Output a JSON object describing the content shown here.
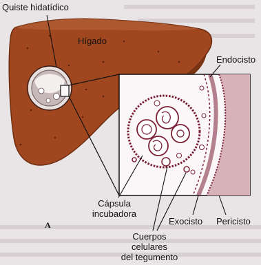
{
  "figure": {
    "panel_letter": "A",
    "labels": {
      "cyst": "Quiste hidatídico",
      "liver": "Hígado",
      "endocyst": "Endocisto",
      "brood_capsule_line1": "Cápsula",
      "brood_capsule_line2": "incubadora",
      "exocyst": "Exocisto",
      "pericyst": "Pericisto",
      "tegument_line1": "Cuerpos",
      "tegument_line2": "celulares",
      "tegument_line3": "del tegumento"
    },
    "colors": {
      "liver": "#a0471f",
      "liver_dark": "#7a3412",
      "inset_bg": "#fbf7f8",
      "capsule": "#7a1f35",
      "pericyst": "#d8b2b9",
      "page_bg": "#e9e4e6"
    }
  }
}
